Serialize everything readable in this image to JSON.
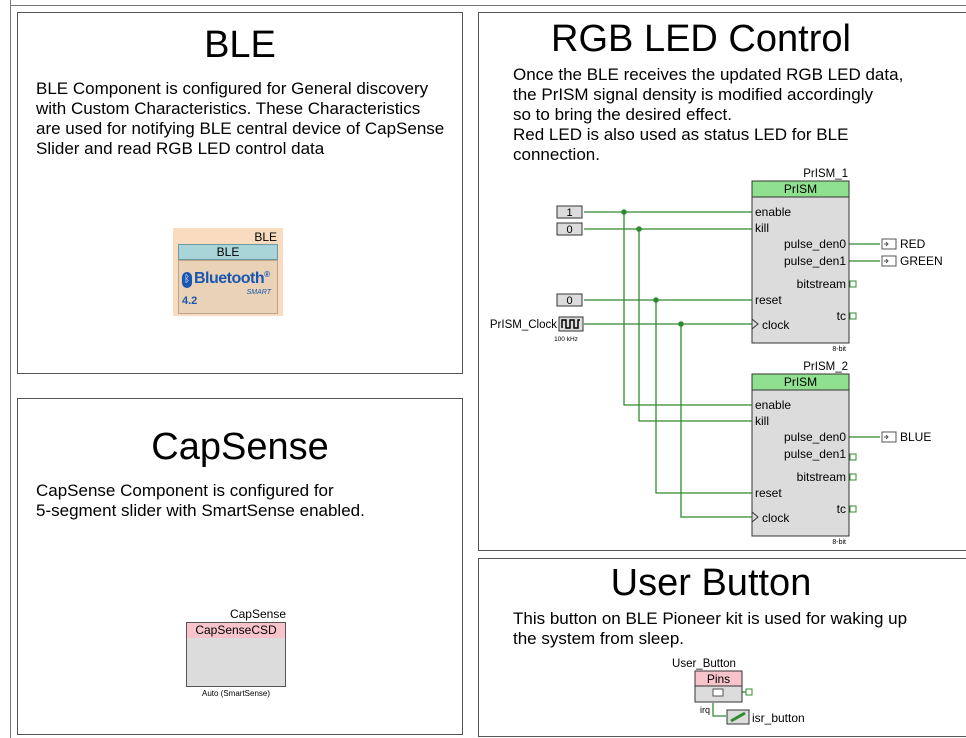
{
  "ble_panel": {
    "title": "BLE",
    "description": "BLE Component is configured for General discovery with Custom Characteristics. These Characteristics are used for notifying BLE central device of CapSense Slider and read RGB LED control data",
    "component": {
      "instance_name": "BLE",
      "type_label": "BLE",
      "logo_text": "Bluetooth",
      "logo_trademark": "®",
      "logo_smart": "SMART",
      "version": "4.2",
      "colors": {
        "body": "#f9dcbf",
        "header": "#a9d5d9",
        "logo_blue": "#1a57b3"
      }
    }
  },
  "capsense_panel": {
    "title": "CapSense",
    "description_line1": "CapSense Component is configured for",
    "description_line2": "5-segment slider with SmartSense enabled.",
    "component": {
      "instance_name": "CapSense",
      "type_label": "CapSenseCSD",
      "footer": "Auto (SmartSense)",
      "colors": {
        "header": "#f7c4cb",
        "body": "#dcdcdc"
      }
    }
  },
  "rgb_panel": {
    "title": "RGB LED Control",
    "description_line1": "Once the BLE receives the updated RGB LED data,",
    "description_line2": "the PrISM signal density is modified accordingly",
    "description_line3": "so to bring the desired effect.",
    "description_line4": "Red LED is also used as status LED for BLE",
    "description_line5": "connection.",
    "inputs": {
      "enable_const": "1",
      "kill_const": "0",
      "reset_const": "0"
    },
    "clock": {
      "name": "PrISM_Clock",
      "frequency": "100 kHz"
    },
    "prism_1": {
      "instance_name": "PrISM_1",
      "type_label": "PrISM",
      "ports": {
        "enable": "enable",
        "kill": "kill",
        "pulse_den0": "pulse_den0",
        "pulse_den1": "pulse_den1",
        "bitstream": "bitstream",
        "reset": "reset",
        "tc": "tc",
        "clock": "clock"
      },
      "resolution": "8-bit",
      "outputs": {
        "pulse_den0": "RED",
        "pulse_den1": "GREEN"
      }
    },
    "prism_2": {
      "instance_name": "PrISM_2",
      "type_label": "PrISM",
      "ports": {
        "enable": "enable",
        "kill": "kill",
        "pulse_den0": "pulse_den0",
        "pulse_den1": "pulse_den1",
        "bitstream": "bitstream",
        "reset": "reset",
        "tc": "tc",
        "clock": "clock"
      },
      "resolution": "8-bit",
      "outputs": {
        "pulse_den0": "BLUE"
      }
    },
    "colors": {
      "wire": "#2e8b2e",
      "header": "#8fe08f",
      "body": "#dcdcdc"
    }
  },
  "user_button_panel": {
    "title": "User Button",
    "description_line1": "This button on BLE Pioneer kit is used for waking up",
    "description_line2": "the system from sleep.",
    "pin": {
      "instance_name": "User_Button",
      "type_label": "Pins",
      "irq_label": "irq"
    },
    "isr": {
      "name": "isr_button"
    },
    "colors": {
      "header": "#f7c4cb",
      "body": "#dcdcdc"
    }
  }
}
